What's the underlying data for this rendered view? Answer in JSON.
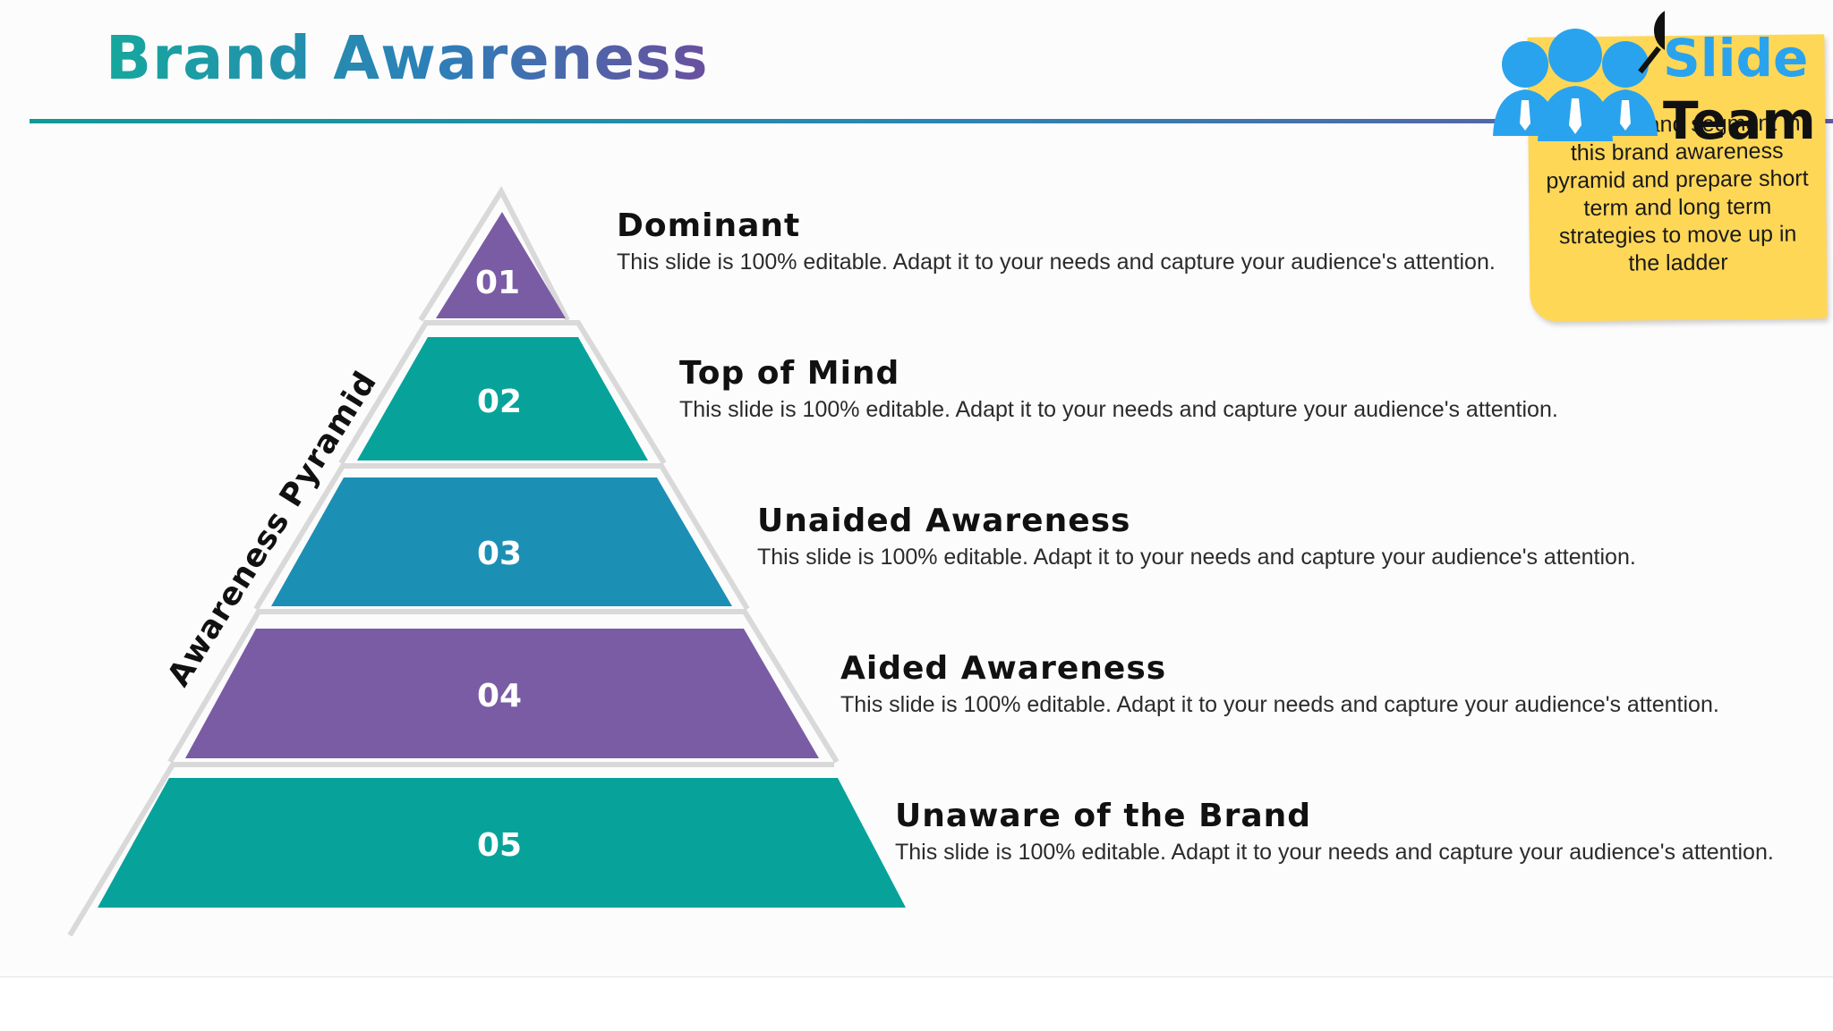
{
  "title": "Brand Awareness",
  "axis_label": "Awareness Pyramid",
  "levels": [
    {
      "number": "01",
      "heading": "Dominant",
      "description": "This slide is 100% editable. Adapt it to your needs and capture your audience's attention.",
      "color": "#7a5ca5"
    },
    {
      "number": "02",
      "heading": "Top of Mind",
      "description": "This slide is 100% editable. Adapt it to your needs and capture your audience's attention.",
      "color": "#07a39b"
    },
    {
      "number": "03",
      "heading": "Unaided Awareness",
      "description": "This slide is 100% editable. Adapt it to your needs and capture your audience's attention.",
      "color": "#1c8fb4"
    },
    {
      "number": "04",
      "heading": "Aided Awareness",
      "description": "This slide is 100% editable. Adapt it to your needs and capture your audience's attention.",
      "color": "#7a5ca5"
    },
    {
      "number": "05",
      "heading": "Unaware of the Brand",
      "description": "This slide is 100% editable. Adapt it to your needs and capture your audience's attention.",
      "color": "#07a39b"
    }
  ],
  "sticky_note": {
    "text": "... your brand segment in this brand awareness pyramid and prepare short term and long term strategies to move up in the ladder",
    "color": "#ffd757"
  },
  "logo": {
    "line1": "Slide",
    "line2": "Team",
    "icon": "people-group-icon"
  }
}
